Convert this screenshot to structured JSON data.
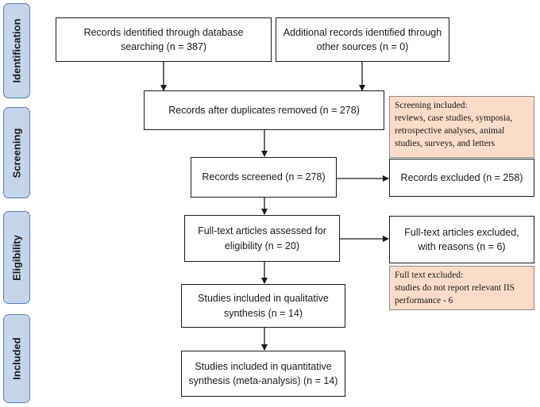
{
  "phases": {
    "identification": "Identification",
    "screening": "Screening",
    "eligibility": "Eligibility",
    "included": "Included"
  },
  "boxes": {
    "database_search": "Records identified through database searching (n = 387)",
    "other_sources": "Additional records identified through other sources (n = 0)",
    "after_duplicates": "Records after duplicates removed (n = 278)",
    "screened": "Records screened (n = 278)",
    "excluded": "Records excluded (n = 258)",
    "fulltext_assessed": "Full-text articles assessed for eligibility (n = 20)",
    "fulltext_excluded": "Full-text articles excluded, with reasons (n = 6)",
    "qualitative": "Studies included in qualitative synthesis (n = 14)",
    "quantitative": "Studies included in quantitative synthesis (meta-analysis) (n = 14)"
  },
  "notes": {
    "screening": [
      "Screening included:",
      "reviews, case studies, symposia,",
      "retrospective analyses, animal",
      "studies, surveys, and letters"
    ],
    "fulltext": [
      "Full text excluded:",
      "studies do not report relevant IIS",
      "performance - 6"
    ]
  }
}
